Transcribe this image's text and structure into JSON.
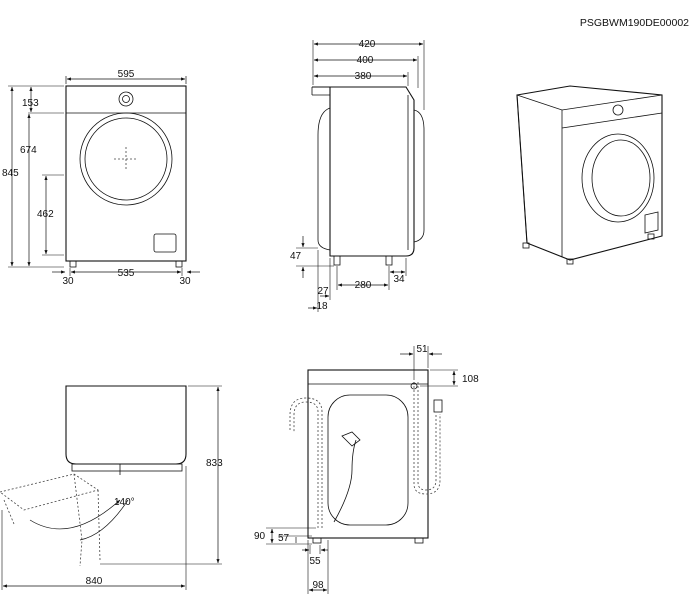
{
  "reference_code": "PSGBWM190DE00002",
  "front_view": {
    "width": "595",
    "top_to_knob": "153",
    "top_to_door_bottom": "674",
    "height": "845",
    "door_bottom_height": "462",
    "foot_inset_left": "30",
    "foot_span": "535",
    "foot_inset_right": "30"
  },
  "side_view": {
    "depth_total": "420",
    "depth_mid": "400",
    "depth_body": "380",
    "foot_height": "47",
    "foot_front": "27",
    "foot_span": "280",
    "foot_rear": "34",
    "front_offset": "18"
  },
  "top_view": {
    "depth_door_open": "840",
    "door_angle": "140°",
    "overall_height": "833"
  },
  "rear_view": {
    "hose_inlet_offset": "51",
    "hose_inlet_top": "108",
    "drain_height": "90",
    "drain_offset": "57",
    "foot_offset": "55",
    "width_bottom": "98"
  }
}
